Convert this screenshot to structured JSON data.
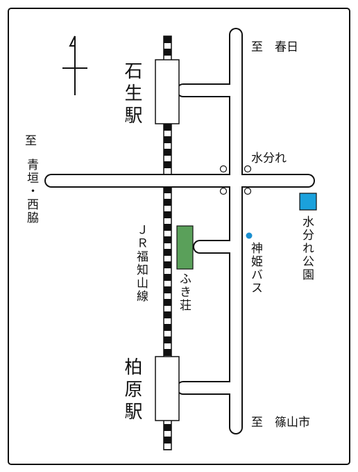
{
  "labels": {
    "to_kasuga": "至　春日",
    "to_aogaki": "至",
    "aogaki_nishiwaki": "青垣・西脇",
    "mizubunare": "水分れ",
    "mizubunare_park": "水分れ公園",
    "ishio_station": "石生駅",
    "kaibara_station": "柏原駅",
    "jr_line": "ＪＲ福知山線",
    "fukiso": "ふき荘",
    "shinki_bus": "神姫バス",
    "to_sasayama": "至　篠山市"
  },
  "colors": {
    "fukiso_building": "#5aa05a",
    "park_marker": "#1ba1dc",
    "bus_stop": "#1b8fd0",
    "road_outline": "#111111"
  },
  "icons": {
    "north": "north-arrow-icon",
    "bus_stop": "bus-stop-icon",
    "park": "park-marker-icon"
  }
}
